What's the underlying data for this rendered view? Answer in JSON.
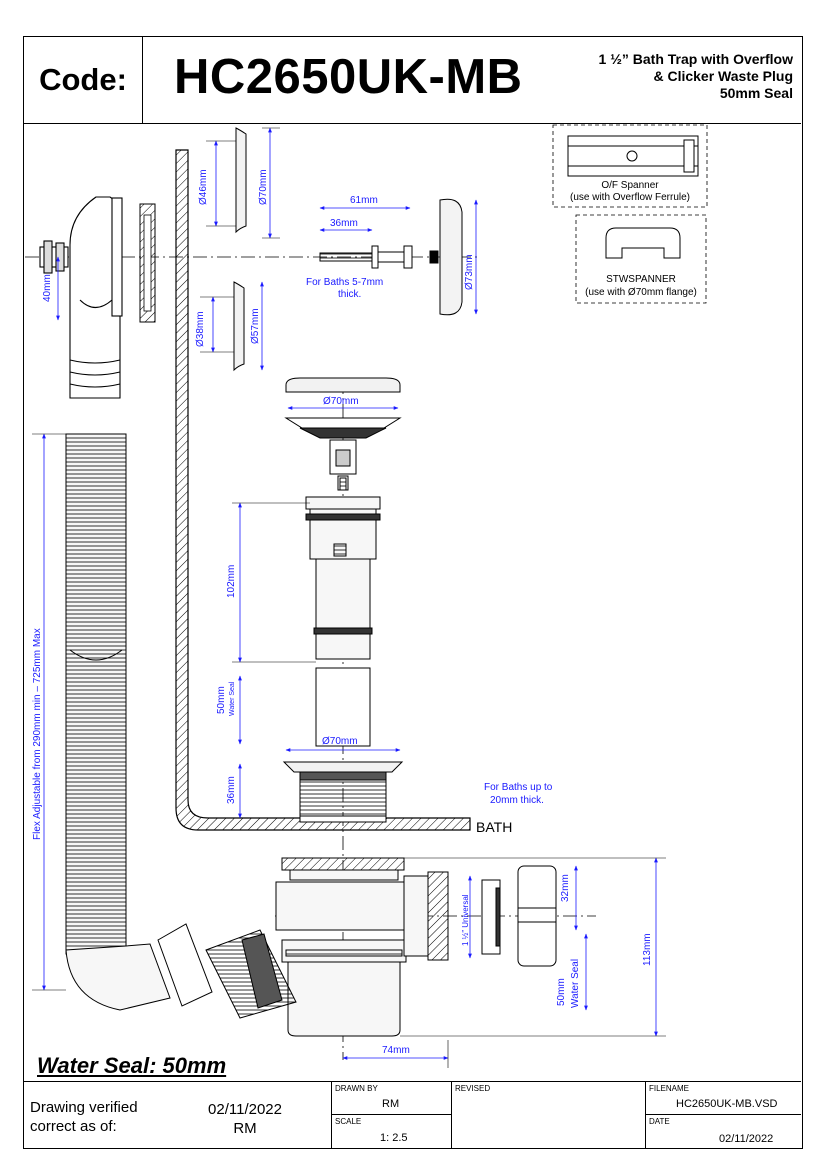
{
  "header": {
    "code_label": "Code:",
    "code_value": "HC2650UK-MB",
    "desc_line1": "1 ½” Bath Trap with Overflow",
    "desc_line2": "& Clicker Waste Plug",
    "desc_line3": "50mm Seal"
  },
  "dims": {
    "d46": "Ø46mm",
    "d70a": "Ø70mm",
    "d38": "Ø38mm",
    "d57": "Ø57mm",
    "m61": "61mm",
    "m36a": "36mm",
    "d73": "Ø73mm",
    "m40": "40mm",
    "baths57_l1": "For Baths 5-7mm",
    "baths57_l2": "thick.",
    "d70b": "Ø70mm",
    "flex": "Flex Adjustable from 290mm min – 725mm Max",
    "m102": "102mm",
    "m50": "50mm",
    "water_seal_small": "Water Seal",
    "d70c": "Ø70mm",
    "m36b": "36mm",
    "baths20_l1": "For Baths up to",
    "baths20_l2": "20mm thick.",
    "bath": "BATH",
    "universal": "1 ½” Universal",
    "m32": "32mm",
    "m113": "113mm",
    "m50b": "50mm",
    "water_seal": "Water Seal",
    "m74": "74mm"
  },
  "spanners": {
    "of_l1": "O/F Spanner",
    "of_l2": "(use with Overflow Ferrule)",
    "stw_l1": "STWSPANNER",
    "stw_l2": "(use with Ø70mm flange)"
  },
  "water_seal_title": "Water Seal: 50mm",
  "title_block": {
    "verified_l1": "Drawing verified",
    "verified_l2": "correct as of:",
    "verified_date": "02/11/2022",
    "verified_by": "RM",
    "drawn_by_label": "DRAWN BY",
    "drawn_by": "RM",
    "scale_label": "SCALE",
    "scale": "1: 2.5",
    "revised_label": "REVISED",
    "filename_label": "FILENAME",
    "filename": "HC2650UK-MB.VSD",
    "date_label": "DATE",
    "date": "02/11/2022"
  },
  "colors": {
    "dimension": "#1a1aff",
    "line": "#000000"
  }
}
